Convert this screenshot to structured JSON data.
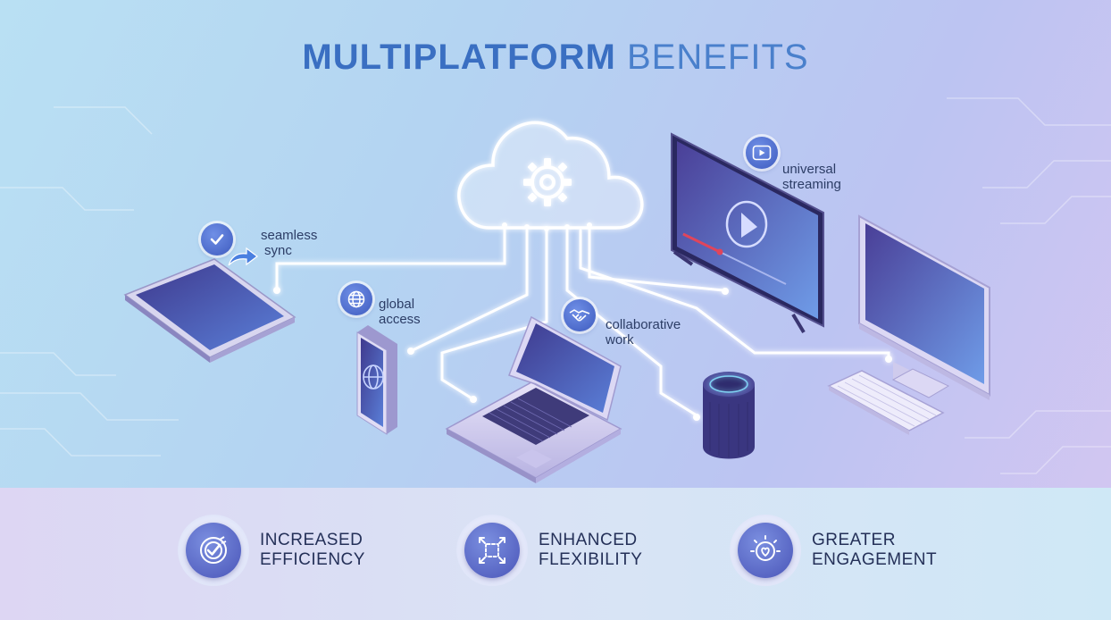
{
  "title": {
    "part1": "MULTIPLATFORM",
    "part2": "BENEFITS"
  },
  "callouts": {
    "sync": {
      "line1": "seamless",
      "line2": "sync",
      "icon": "check-sync-icon"
    },
    "global": {
      "line1": "global",
      "line2": "access",
      "icon": "globe-icon"
    },
    "collab": {
      "line1": "collaborative",
      "line2": "work",
      "icon": "handshake-icon"
    },
    "streaming": {
      "line1": "universal",
      "line2": "streaming",
      "icon": "play-icon"
    }
  },
  "devices": [
    "tablet",
    "smartphone",
    "laptop",
    "smart-speaker",
    "smart-tv",
    "desktop-monitor",
    "keyboard"
  ],
  "hub": {
    "icon": "cloud-gear-icon"
  },
  "benefits": [
    {
      "line1": "INCREASED",
      "line2": "EFFICIENCY",
      "icon": "target-check-icon"
    },
    {
      "line1": "ENHANCED",
      "line2": "FLEXIBILITY",
      "icon": "expand-arrows-icon"
    },
    {
      "line1": "GREATER",
      "line2": "ENGAGEMENT",
      "icon": "heart-sparkle-icon"
    }
  ],
  "colors": {
    "title": "#3a6fc2",
    "glow": "#ffffff",
    "accent": "#4a55b8",
    "text": "#243058"
  }
}
